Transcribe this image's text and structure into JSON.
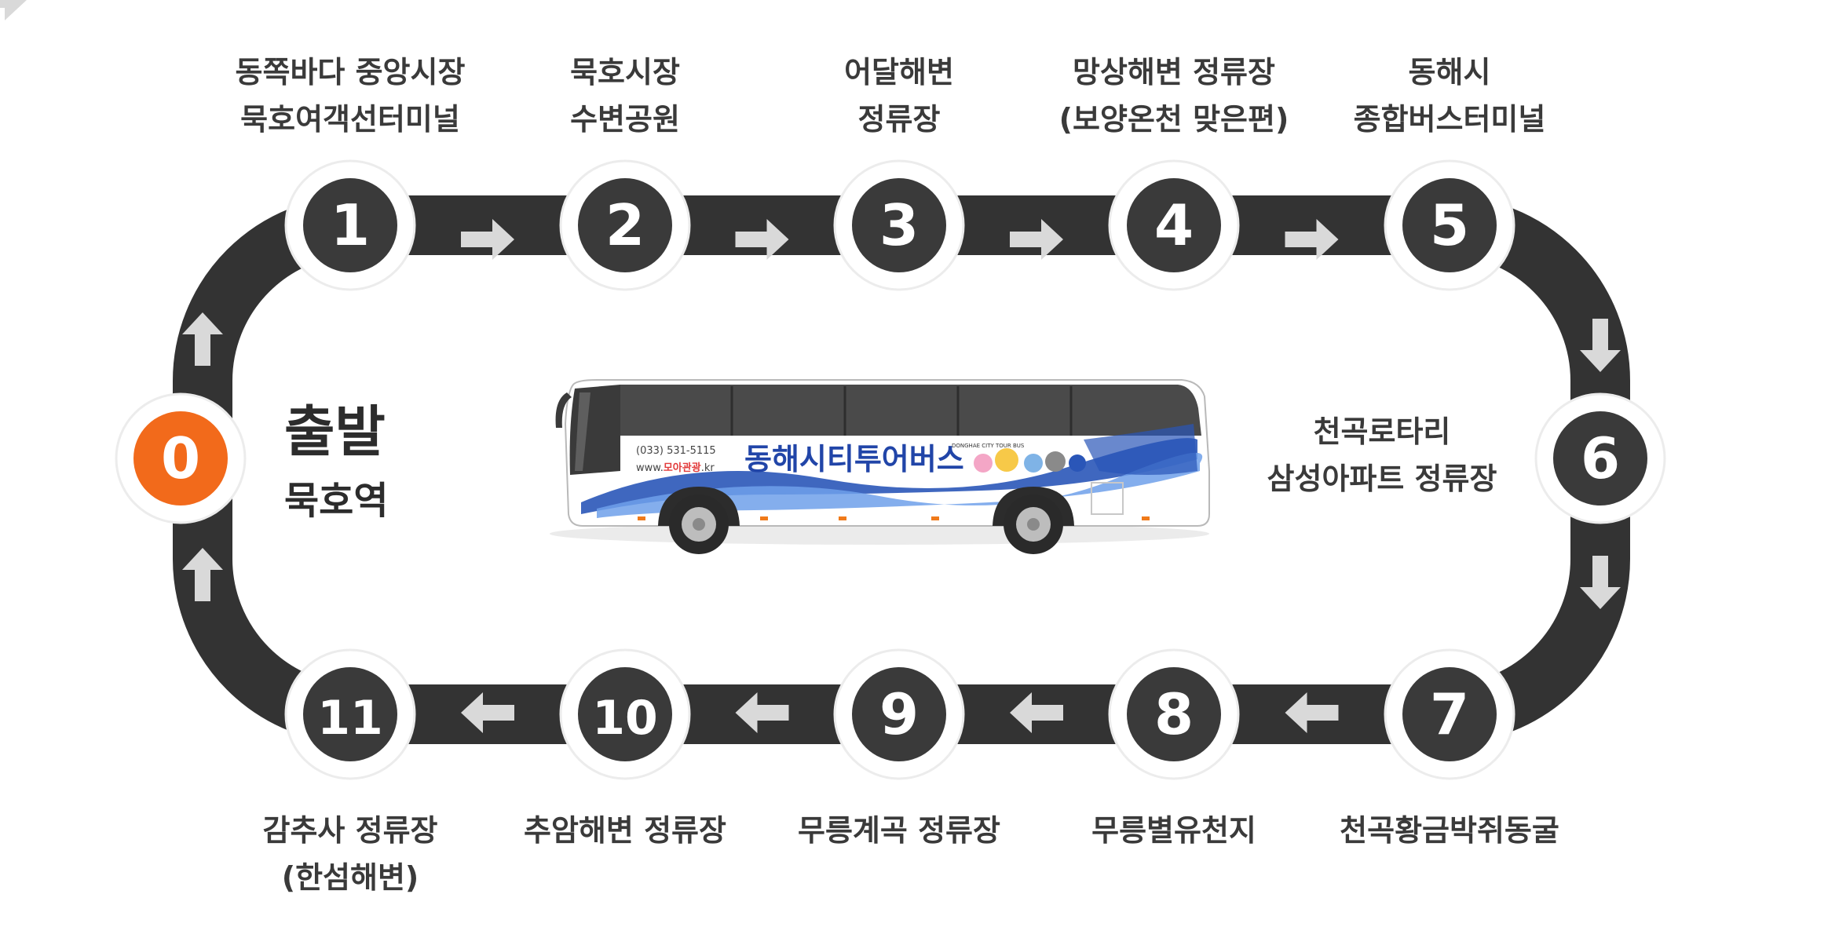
{
  "colors": {
    "road": "#333333",
    "arrow": "#d9d9d9",
    "badge": "#3a3a3a",
    "start_badge": "#f26a1b",
    "text": "#3a3a3a",
    "bus_wave_blue": "#2a56b8",
    "bus_title_blue": "#2145a8"
  },
  "start": {
    "number": "0",
    "title": "출발",
    "subtitle": "묵호역"
  },
  "stops": [
    {
      "number": "1",
      "lines": [
        "동쪽바다 중앙시장",
        "묵호여객선터미널"
      ]
    },
    {
      "number": "2",
      "lines": [
        "묵호시장",
        "수변공원"
      ]
    },
    {
      "number": "3",
      "lines": [
        "어달해변",
        "정류장"
      ]
    },
    {
      "number": "4",
      "lines": [
        "망상해변 정류장",
        "(보양온천 맞은편)"
      ]
    },
    {
      "number": "5",
      "lines": [
        "동해시",
        "종합버스터미널"
      ]
    },
    {
      "number": "6",
      "lines": [
        "천곡로타리",
        "삼성아파트 정류장"
      ]
    },
    {
      "number": "7",
      "lines": [
        "천곡황금박쥐동굴"
      ]
    },
    {
      "number": "8",
      "lines": [
        "무릉별유천지"
      ]
    },
    {
      "number": "9",
      "lines": [
        "무릉계곡 정류장"
      ]
    },
    {
      "number": "10",
      "lines": [
        "추암해변 정류장"
      ]
    },
    {
      "number": "11",
      "lines": [
        "감추사 정류장",
        "(한섬해변)"
      ]
    }
  ],
  "bus": {
    "phone": "(033) 531-5115",
    "web_prefix": "www.",
    "web_name": "모아관광",
    "web_suffix": ".kr",
    "name": "동해시티투어버스",
    "name_en": "DONGHAE CITY TOUR BUS"
  },
  "icons": {
    "direction_arrow": "arrow-icon",
    "bus": "tour-bus-illustration"
  }
}
